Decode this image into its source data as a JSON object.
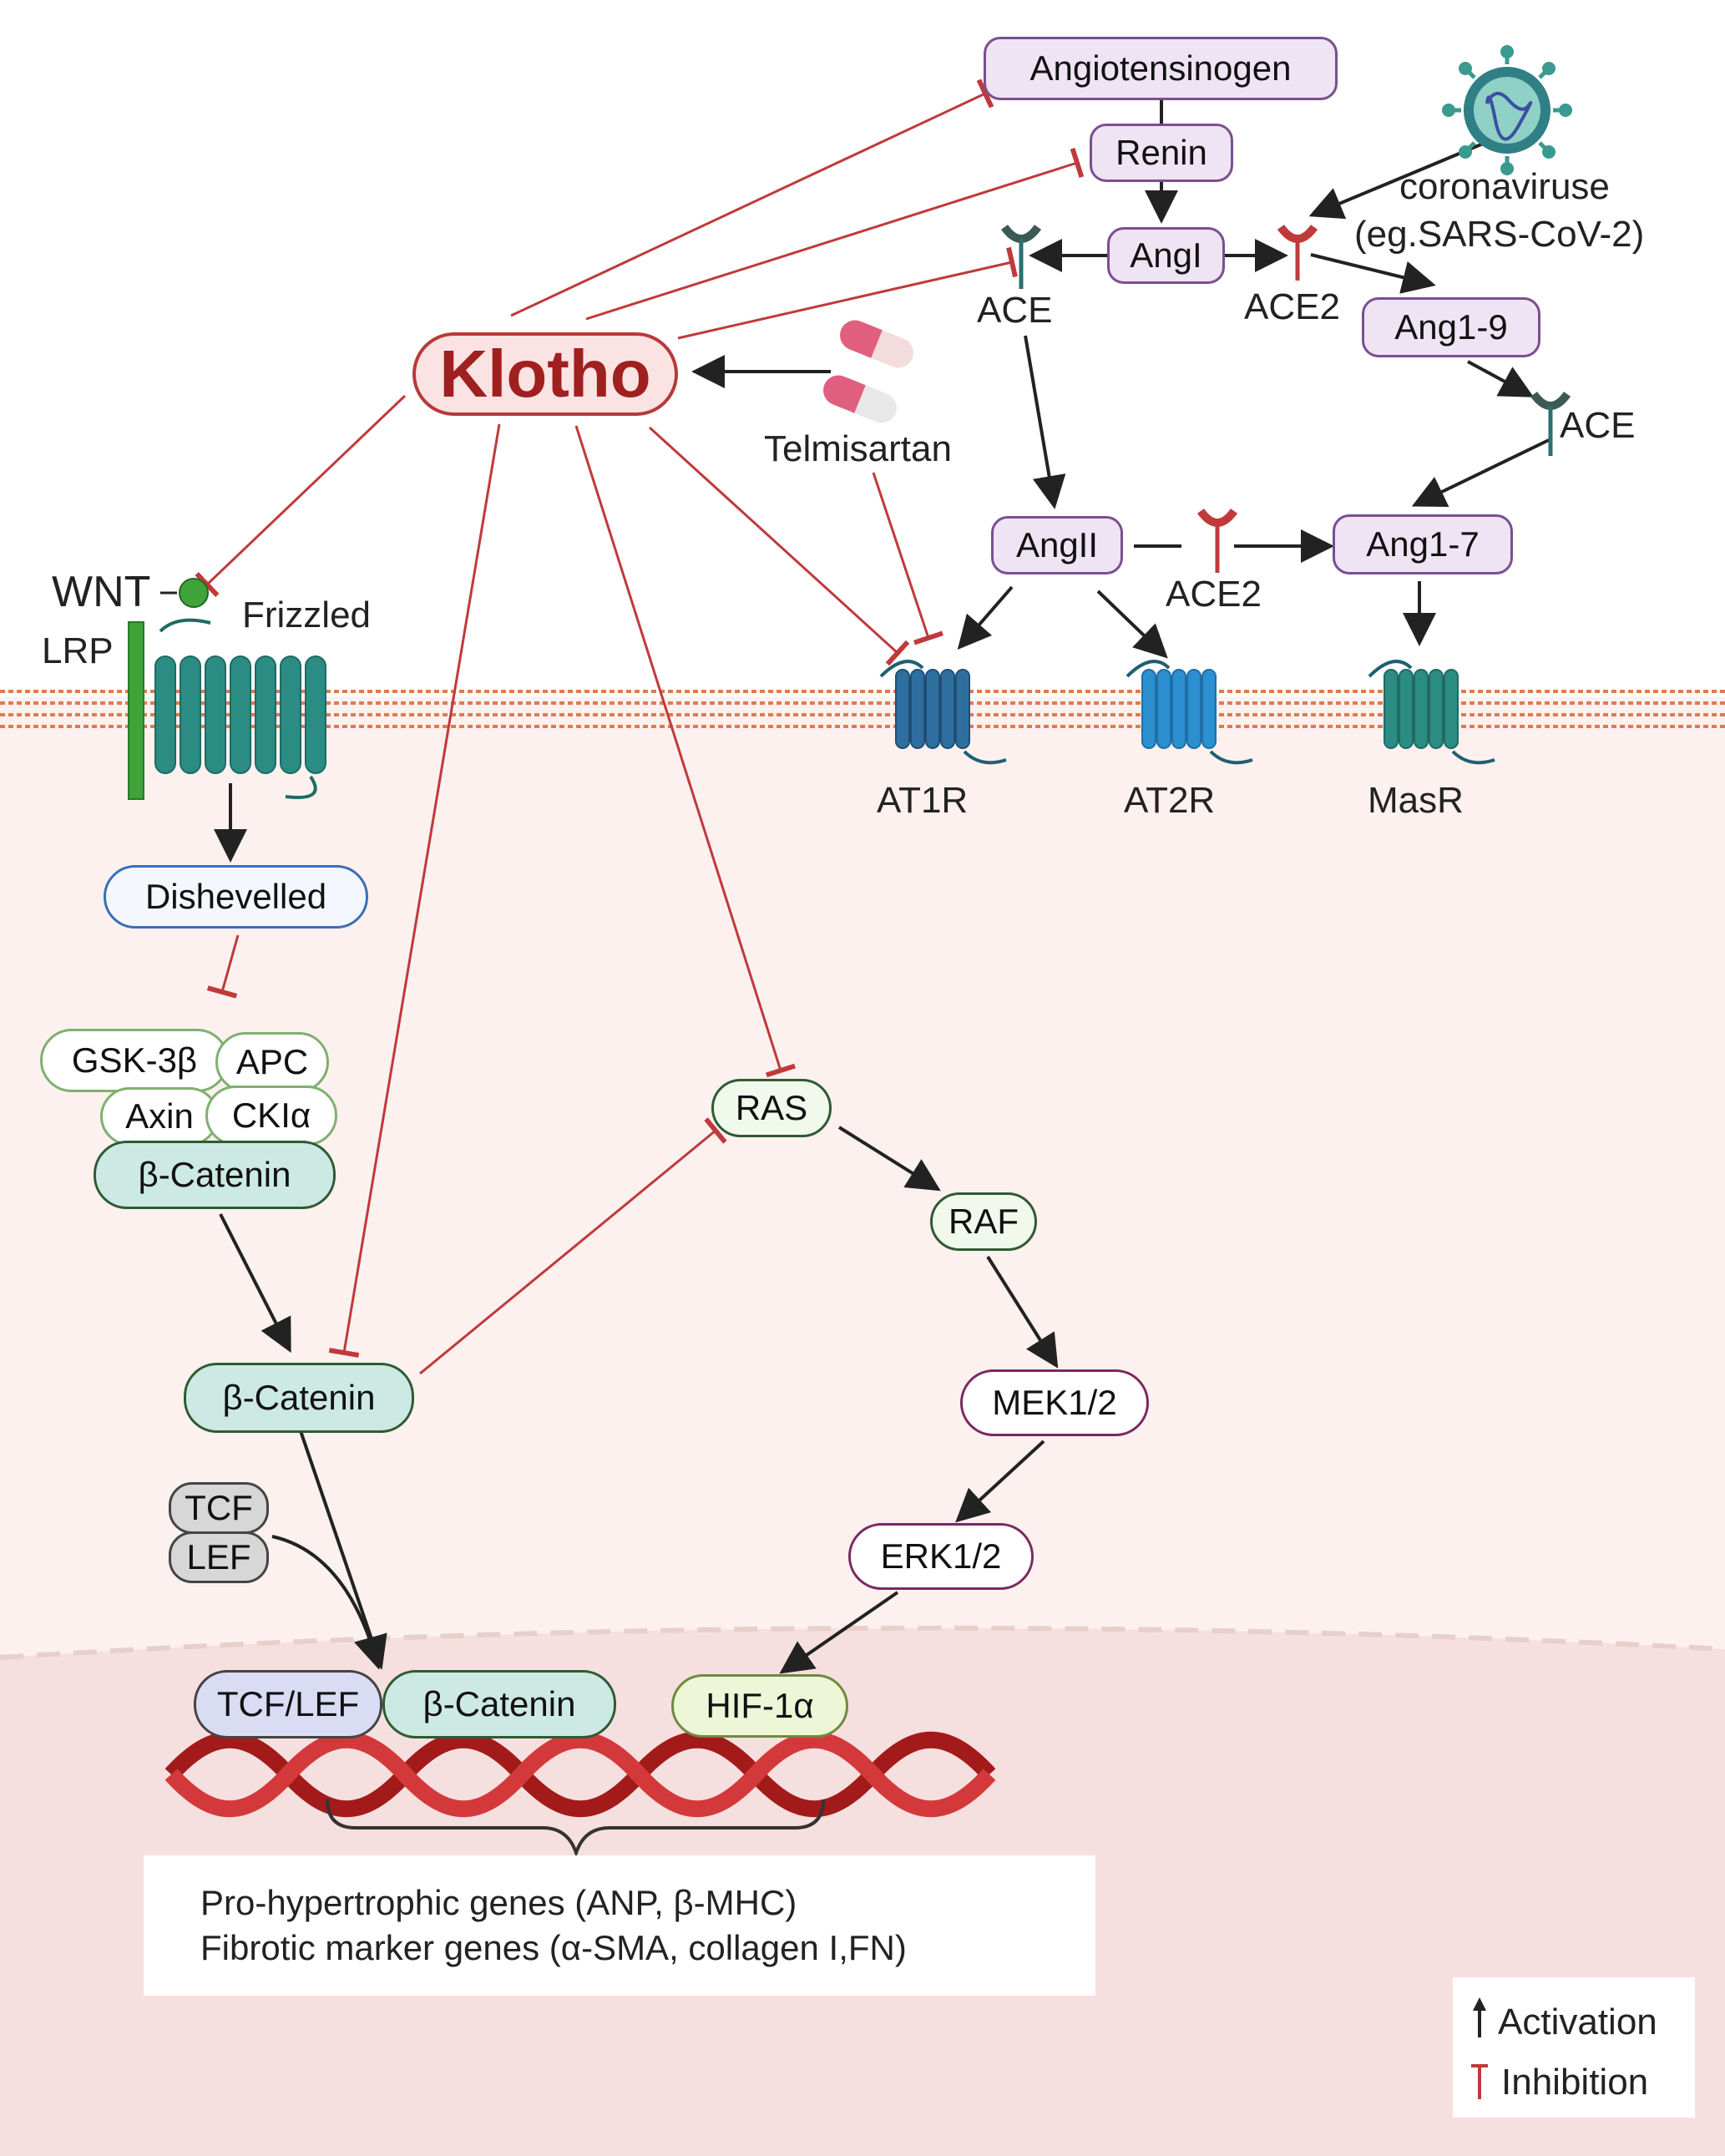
{
  "nodes": {
    "angiotensinogen": "Angiotensinogen",
    "renin": "Renin",
    "angI": "AngI",
    "ang19": "Ang1-9",
    "angII": "AngII",
    "ang17": "Ang1-7",
    "klotho": "Klotho",
    "dishevelled": "Dishevelled",
    "gsk3b": "GSK-3β",
    "apc": "APC",
    "axin": "Axin",
    "ck1a": "CKIα",
    "bcatenin_complex": "β-Catenin",
    "bcatenin": "β-Catenin",
    "tcf": "TCF",
    "lef": "LEF",
    "tcflef": "TCF/LEF",
    "bcatenin_nuc": "β-Catenin",
    "ras": "RAS",
    "raf": "RAF",
    "mek": "MEK1/2",
    "erk": "ERK1/2",
    "hif": "HIF-1α"
  },
  "labels": {
    "coronavirus_line1": "coronaviruse",
    "coronavirus_line2": "(eg.SARS-CoV-2)",
    "ace_top": "ACE",
    "ace2_top": "ACE2",
    "ace_right": "ACE",
    "ace2_mid": "ACE2",
    "telmisartan": "Telmisartan",
    "wnt": "WNT",
    "lrp": "LRP",
    "frizzled": "Frizzled",
    "at1r": "AT1R",
    "at2r": "AT2R",
    "masr": "MasR"
  },
  "result_lines": [
    "Pro-hypertrophic genes (ANP, β-MHC)",
    "Fibrotic marker genes (α-SMA, collagen I,FN)"
  ],
  "legend": {
    "activation": "Activation",
    "inhibition": "Inhibition"
  },
  "colors": {
    "activation": "#222222",
    "inhibition": "#c0393b",
    "klotho": "#a01f1f",
    "membrane": "#e07a4f",
    "cytoplasm": "#fcf1ef",
    "nucleus": "#f6e0df"
  },
  "icons": [
    "coronavirus-icon",
    "telmisartan-capsule-icon",
    "ace-receptor-icon",
    "ace2-receptor-icon",
    "gpcr-receptor-icon",
    "dna-helix-icon"
  ]
}
